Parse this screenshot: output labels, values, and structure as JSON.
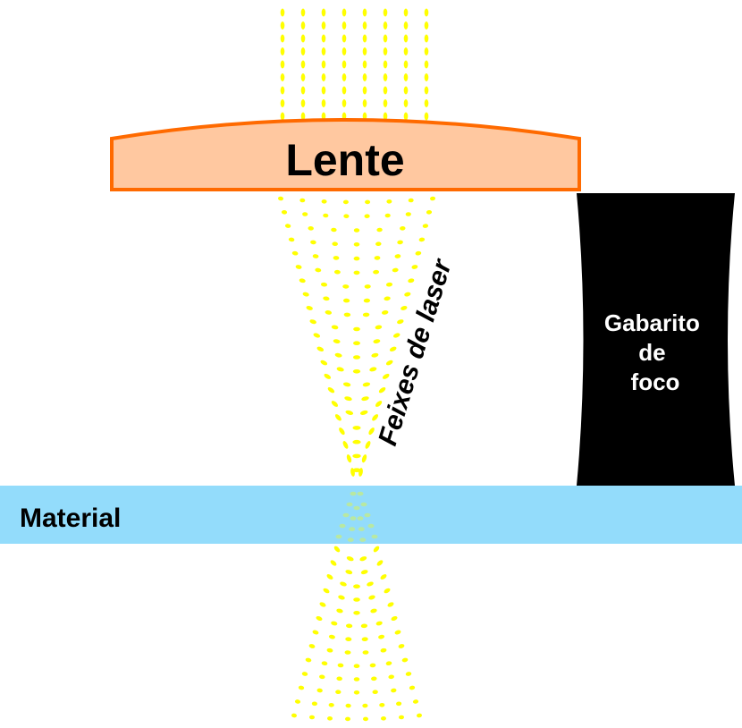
{
  "diagram": {
    "lens": {
      "label": "Lente"
    },
    "laser": {
      "label": "Feixes de laser"
    },
    "jig": {
      "label_lines": [
        "Gabarito",
        "de",
        "foco"
      ]
    },
    "material": {
      "label": "Material"
    }
  },
  "colors": {
    "beam": "#ffff00",
    "lens_fill": "#ffc8a0",
    "lens_stroke": "#ff6a00",
    "jig": "#000000",
    "material": "#93dcfb",
    "text_dark": "#000000",
    "text_light": "#ffffff"
  }
}
